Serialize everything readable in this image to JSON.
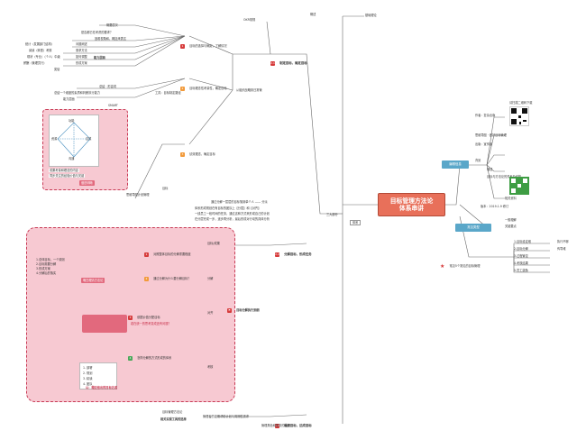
{
  "center": {
    "line1": "目标管理方法论",
    "line2": "体系串讲"
  },
  "root_branches": {
    "summary": "概述",
    "top_edge": "基础理论",
    "body": "体系",
    "three_parts": "三大部分"
  },
  "section1": {
    "badge": "2.1",
    "title": "制定目标，确定目标",
    "sub_left": "OKR常规",
    "sub_source": "从组织战略到日常管",
    "items": [
      {
        "num": "1",
        "text": "目标的选择与确定，了解情况"
      },
      {
        "num": "2",
        "text": "目标理念性考量性，确定目标"
      },
      {
        "num": "3",
        "text": "绩效理念，确定目标"
      }
    ],
    "notes_a": [
      "概要层次",
      "是否都已在考虑的要求？",
      "回看视角和，概括来表达",
      "统计（发展部门结构）",
      "阅读（转型）考核",
      "现状（专业）（个人）中级",
      "薪酬（管理员行）",
      "奖惩"
    ],
    "notes_b": [
      "问题阐述",
      "需求方法",
      "如何调整",
      "形成方案",
      "能力层面"
    ],
    "notes_c": [
      "总结 · 形容词",
      "总结一个维度的素质和判断执行能力",
      "工具：目标制定路径",
      "能力层面"
    ],
    "smart": "SMART",
    "panel_labels": [
      "功能",
      "达成",
      "资源",
      "沟通"
    ],
    "panel_notes": [
      "成果考量和理念的内容",
      "同步关注的经验价值与关键"
    ],
    "panel_cta": "做进明晰",
    "below_panel": [
      "思维导图计划管理",
      "目标"
    ]
  },
  "section2": {
    "badge": "2.2",
    "title": "分解目标，形成任务",
    "top_notes": [
      "通过分解一层层的目标落到单个人 —— 分派",
      "体系形成规划在有目标的团队上【分层】和【对齐】",
      "一线员工一段时间的任务，通过这种方式来形成自己的计划",
      "在分层完成一步，逐步再分析，最后形成对行动的具体分析"
    ],
    "items": [
      {
        "num": "1",
        "text": "对照整体目标的分解重要程度"
      },
      {
        "num": "2",
        "text": "通过分解为什么要分解目标？"
      },
      {
        "num": "3",
        "text": "依据价值分配目标"
      },
      {
        "num": "4",
        "text": "怎样分解的方式形成的体系"
      }
    ],
    "right_labels": [
      "目标/成果",
      "分解",
      "对齐",
      "考核"
    ],
    "core_label": "目标分解执行到细",
    "pink_heading": "明白理清方法论",
    "detail_list": [
      "1.总体目标，一个原则",
      "2.目标需要分解",
      "3.形成方案",
      "4.分解后的落实"
    ],
    "red_question": "若在统一的思考变成还有问题？",
    "list_b": [
      "1. 部署",
      "2. 规划",
      "3. 精读",
      "4. 团队"
    ],
    "footer_item": "以：理应给出的目标达成"
  },
  "section3": {
    "badge": "2.3",
    "title": "组织目标，达成目标",
    "items": [
      "管理者的定期帮助计划与周期性需求",
      "管理角色和任务的审视"
    ],
    "bottom_left": [
      "目标管理方法论",
      "相关实现工具的选择"
    ]
  },
  "right_panel": {
    "heading": "编辑信息",
    "lines": [
      "作者：复杂出版",
      "思维导图 · 做好目标管理",
      "出版：宣传部",
      "背景",
      "概述",
      "目标与方法论的关系及结构"
    ],
    "qr_caption_top": "请扫描二维码下载",
    "qr_caption_bottom": "相关资料",
    "date_line": "版本：2019.1.9 修订"
  },
  "extra_branch": {
    "heading": "常见类型",
    "items": [
      "一般理解",
      "关键要点"
    ]
  },
  "bottom_branch": {
    "heading": "常见5个常见的目标管理",
    "items": [
      {
        "a": "1.目标设定难",
        "b": "执行不够"
      },
      {
        "a": "2.目标分解",
        "b": "传导难"
      },
      {
        "a": "3.过程管控",
        "b": ""
      },
      {
        "a": "4.考核结果",
        "b": ""
      },
      {
        "a": "5.员工激励",
        "b": ""
      }
    ]
  },
  "colors": {
    "center": "#e8705a",
    "branch_blue": "#5aa7c9",
    "badge_red": "#d63b3b",
    "badge_orange": "#f29a3a",
    "badge_green": "#4aa85a",
    "pink_panel": "#f7c9d2",
    "pink_border": "#c83a55",
    "accent_pink": "#e2697d"
  },
  "icons": {
    "star": "star-icon",
    "qr": "qr-code-icon",
    "flag": "flag-icon"
  }
}
